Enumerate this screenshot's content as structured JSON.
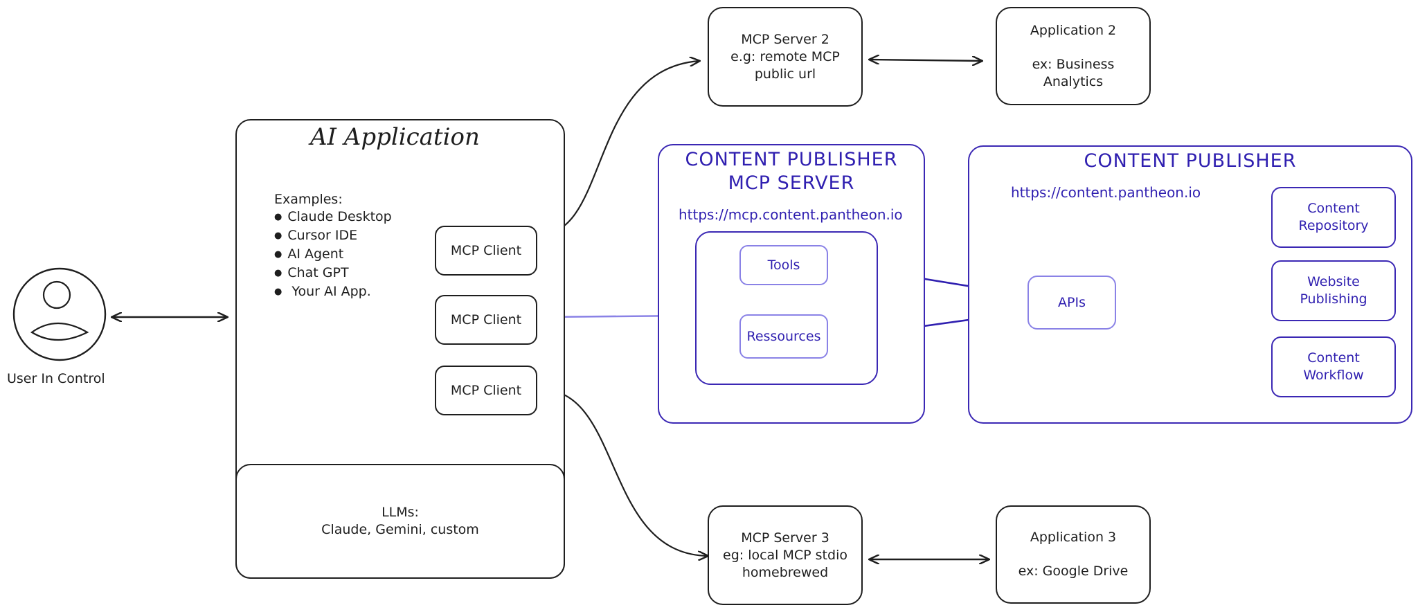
{
  "user": {
    "label": "User In Control"
  },
  "ai_app": {
    "title": "AI Application",
    "examples_heading": "Examples:",
    "examples": [
      "Claude Desktop",
      "Cursor IDE",
      "AI Agent",
      "Chat GPT",
      " Your AI App."
    ],
    "clients": [
      "MCP Client",
      "MCP Client",
      "MCP Client"
    ],
    "llms_line1": "LLMs:",
    "llms_line2": "Claude, Gemini, custom"
  },
  "mcp_server_2": {
    "line1": "MCP Server 2",
    "line2": "e.g: remote MCP",
    "line3": "public url"
  },
  "application_2": {
    "line1": "Application 2",
    "line2": "ex: Business",
    "line3": "Analytics"
  },
  "mcp_server_3": {
    "line1": "MCP Server 3",
    "line2": "eg: local MCP stdio",
    "line3": "homebrewed"
  },
  "application_3": {
    "line1": "Application 3",
    "line2": "ex: Google Drive"
  },
  "cp_mcp_server": {
    "title_line1": "CONTENT PUBLISHER",
    "title_line2": "MCP SERVER",
    "url": "https://mcp.content.pantheon.io",
    "tools": "Tools",
    "resources": "Ressources"
  },
  "content_publisher": {
    "title": "CONTENT PUBLISHER",
    "url": "https://content.pantheon.io",
    "apis": "APIs",
    "repo_line1": "Content",
    "repo_line2": "Repository",
    "web_line1": "Website",
    "web_line2": "Publishing",
    "flow_line1": "Content",
    "flow_line2": "Workflow"
  },
  "colors": {
    "ink": "#1e1e1e",
    "blue": "#2f1fb0",
    "light_blue": "#8a82e6"
  }
}
